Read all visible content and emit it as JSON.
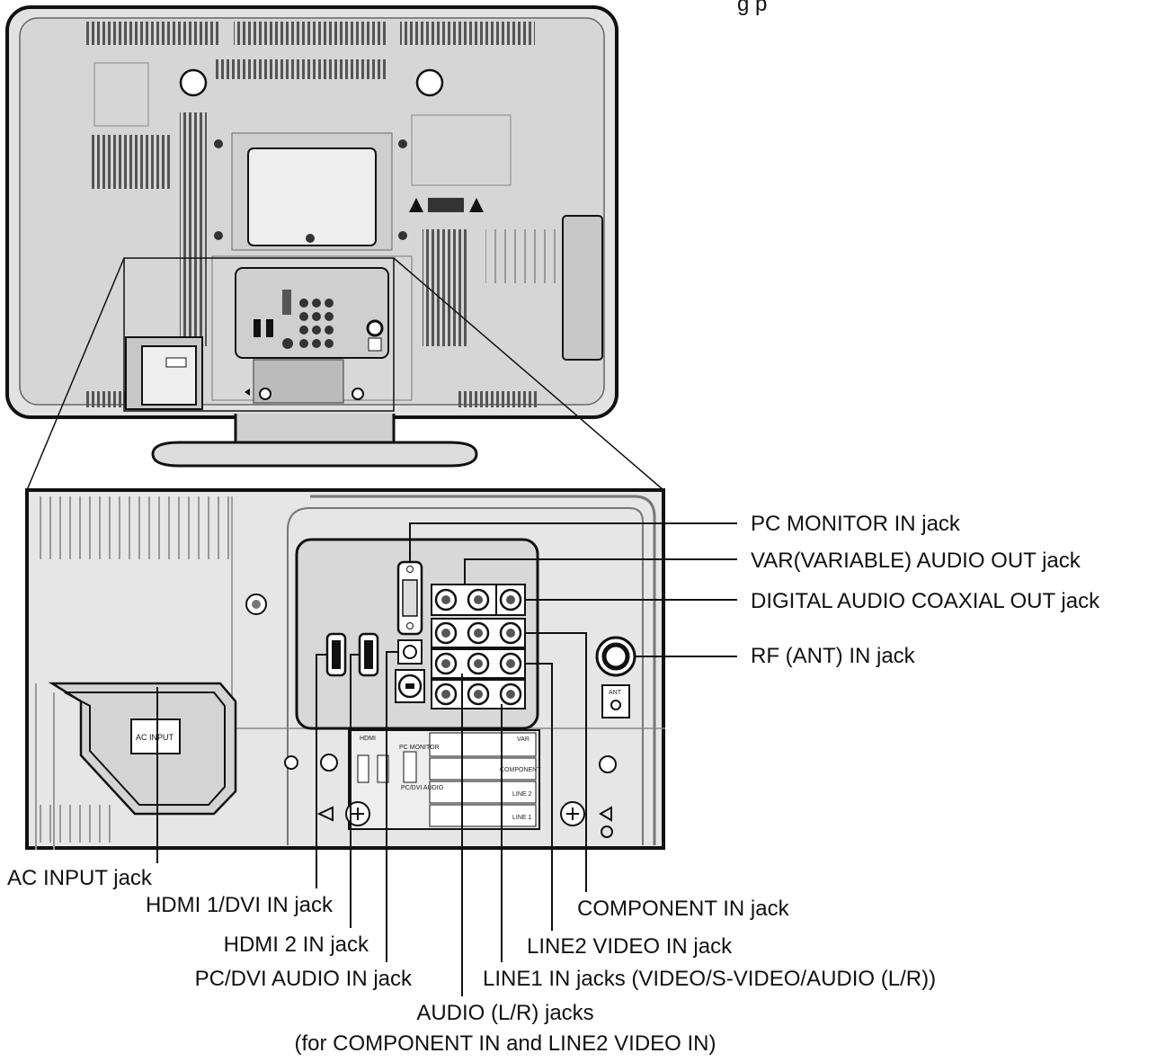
{
  "header": {
    "partial_text": "g                    p"
  },
  "labels": {
    "pc_monitor_in": "PC MONITOR IN jack",
    "var_audio_out": "VAR(VARIABLE) AUDIO OUT jack",
    "digital_audio_coaxial_out": "DIGITAL AUDIO COAXIAL OUT jack",
    "rf_ant_in": "RF (ANT) IN jack",
    "ac_input": "AC INPUT jack",
    "hdmi1_dvi_in": "HDMI 1/DVI IN jack",
    "hdmi2_in": "HDMI 2 IN jack",
    "pc_dvi_audio_in": "PC/DVI AUDIO IN jack",
    "component_in": "COMPONENT IN jack",
    "line2_video_in": "LINE2 VIDEO IN jack",
    "line1_in": "LINE1 IN jacks (VIDEO/S-VIDEO/AUDIO (L/R))",
    "audio_lr": "AUDIO (L/R) jacks",
    "audio_lr_note": "(for COMPONENT IN and LINE2 VIDEO IN)"
  },
  "panel_text": {
    "ac_input_plate": "AC INPUT",
    "hdmi_label": "HDMI",
    "pc_monitor": "PC MONITOR",
    "pc_dvi_audio": "PC/DVI AUDIO",
    "var_label": "VAR",
    "component_label": "COMPONENT",
    "line2_label": "LINE 2",
    "line1_label": "LINE 1",
    "ant_label": "ANT"
  }
}
